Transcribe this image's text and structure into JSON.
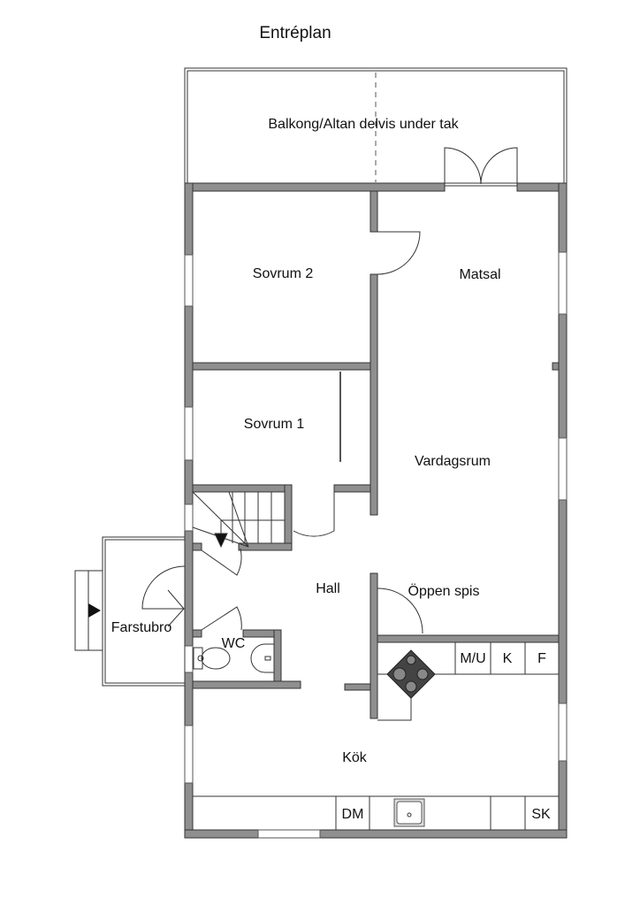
{
  "plan": {
    "title": "Entréplan",
    "rooms": {
      "balcony": "Balkong/Altan delvis under tak",
      "bedroom2": "Sovrum 2",
      "dining": "Matsal",
      "bedroom1": "Sovrum 1",
      "living": "Vardagsrum",
      "hall": "Hall",
      "fireplace": "Öppen spis",
      "porch": "Farstubro",
      "wc": "WC",
      "kitchen": "Kök"
    },
    "appliances": {
      "microwave": "M/U",
      "fridge": "K",
      "freezer": "F",
      "dishwasher": "DM",
      "cabinet": "SK"
    },
    "colors": {
      "wall": "#8f8f8f",
      "line": "#333333",
      "stove": "#444444"
    }
  }
}
